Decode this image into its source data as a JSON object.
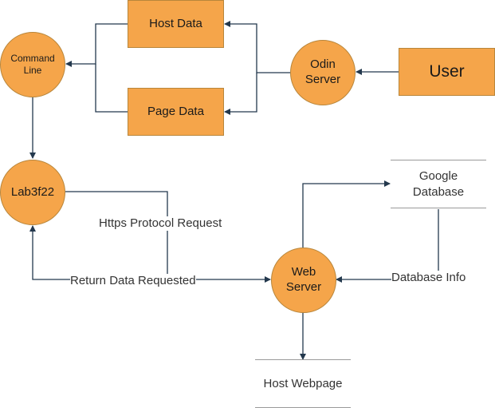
{
  "diagram": {
    "nodes": {
      "command_line": "Command\nLine",
      "host_data": "Host Data",
      "page_data": "Page Data",
      "odin_server": "Odin\nServer",
      "user": "User",
      "lab3f22": "Lab3f22",
      "web_server": "Web\nServer"
    },
    "stores": {
      "google_database": "Google\nDatabase",
      "host_webpage": "Host Webpage"
    },
    "edge_labels": {
      "https_request": "Https Protocol Request",
      "return_data": "Return Data Requested",
      "database_info": "Database Info"
    },
    "colors": {
      "node_fill": "#f5a54a",
      "node_border": "#b8863b",
      "line": "#23384d",
      "store_line": "#9a9a9a"
    }
  }
}
